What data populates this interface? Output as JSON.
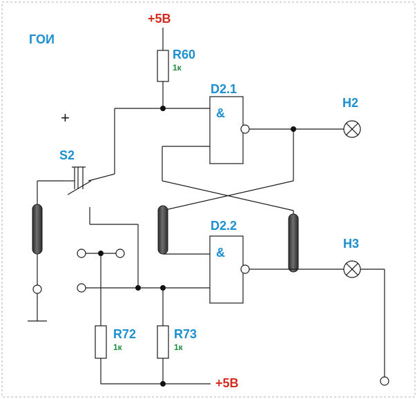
{
  "diagram": {
    "frame_label": "ГОИ",
    "power_top": "+5В",
    "power_bottom": "+5В",
    "resistors": [
      {
        "id": "R60",
        "value": "1к"
      },
      {
        "id": "R72",
        "value": "1к"
      },
      {
        "id": "R73",
        "value": "1к"
      }
    ],
    "gates": [
      {
        "id": "D2.1",
        "symbol": "&"
      },
      {
        "id": "D2.2",
        "symbol": "&"
      }
    ],
    "lamps": [
      "H2",
      "H3"
    ],
    "switch": "S2",
    "plus_mark": "+"
  },
  "colors": {
    "component_label": "#1b8fd0",
    "power_label": "#d42b1e",
    "value_label": "#1a8f3a",
    "frame": "#b0b0b0",
    "cable": "#5a5a5a"
  }
}
